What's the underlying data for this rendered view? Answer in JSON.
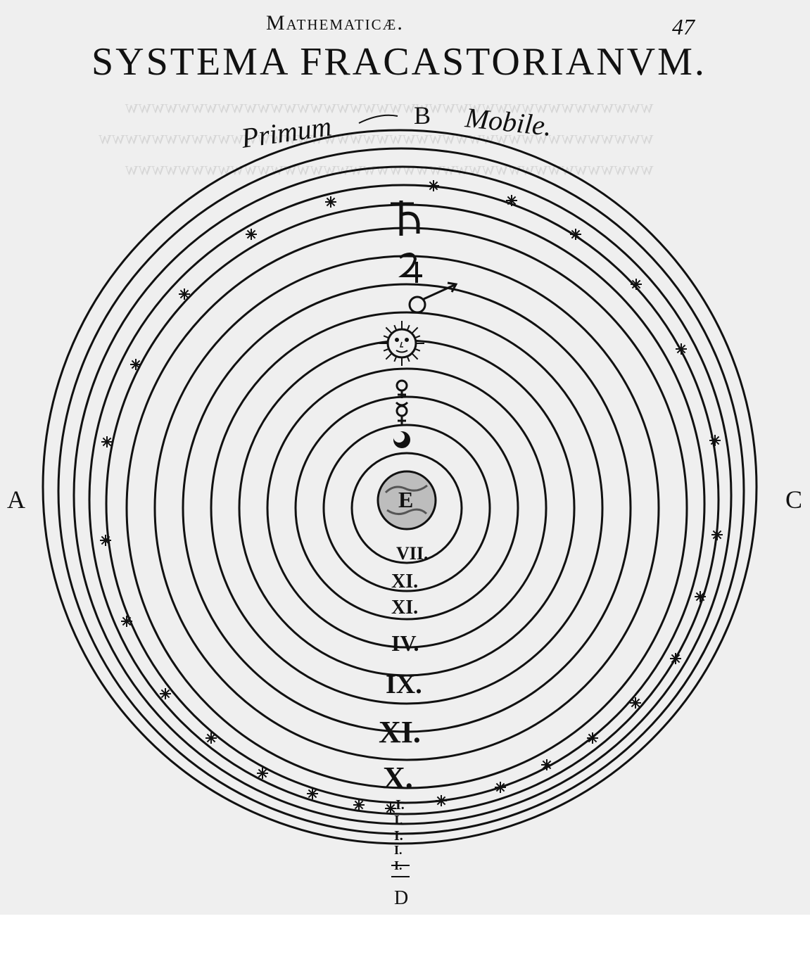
{
  "page": {
    "running_head": "Mathematicæ.",
    "page_number": "47",
    "title": "SYSTEMA FRACASTORIANVM."
  },
  "diagram": {
    "labels": {
      "primum": "Primum",
      "b": "B",
      "mobile": "Mobile.",
      "a": "A",
      "c": "C",
      "d": "D",
      "earth": "E"
    },
    "sphere_numerals": [
      "VII.",
      "XI.",
      "XI.",
      "IV.",
      "IX.",
      "XI.",
      "X.",
      "I.",
      "I.",
      "I.",
      "I.",
      "I."
    ],
    "planet_symbols": [
      "saturn-symbol",
      "jupiter-symbol",
      "mars-symbol",
      "sun-face",
      "venus-symbol",
      "mercury-symbol",
      "moon-disc",
      "earth-globe"
    ],
    "colors": {
      "ink": "#111111",
      "paper": "#efefef",
      "bleed_through": "#d6d6d6"
    }
  }
}
